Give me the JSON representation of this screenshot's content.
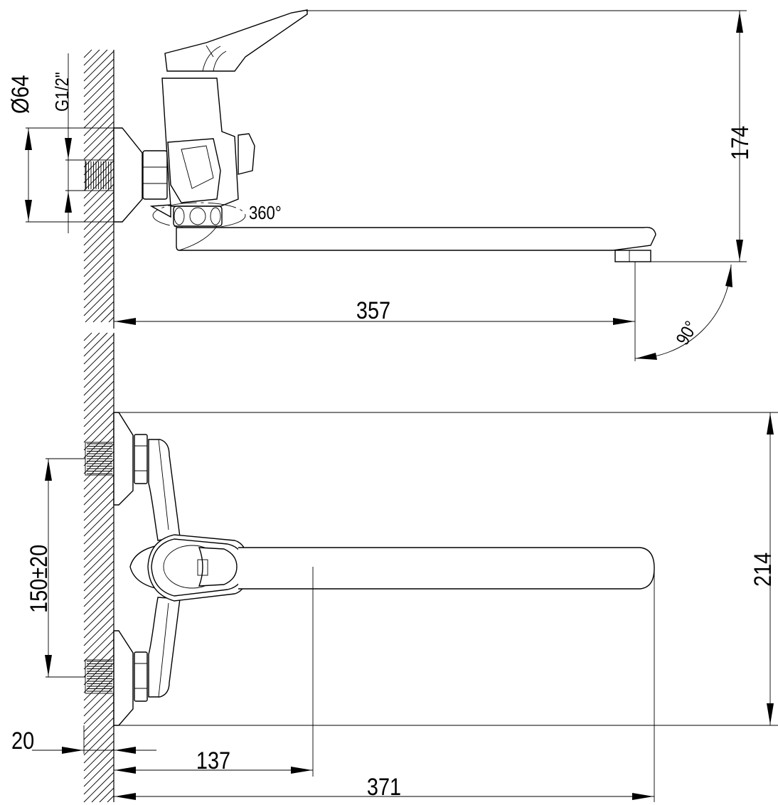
{
  "title": "Wall-mounted bath mixer dimension drawing",
  "side_view": {
    "flange_diameter": "Ø64",
    "thread": "G1/2\"",
    "rotation": "360°",
    "height": "174",
    "projection": "357",
    "swivel_angle": "90°"
  },
  "plan_view": {
    "centers": "150±20",
    "depth": "214",
    "wall_offset": "20",
    "body_reach": "137",
    "spout_reach": "371"
  },
  "colors": {
    "line": "#000000",
    "background": "#ffffff"
  }
}
